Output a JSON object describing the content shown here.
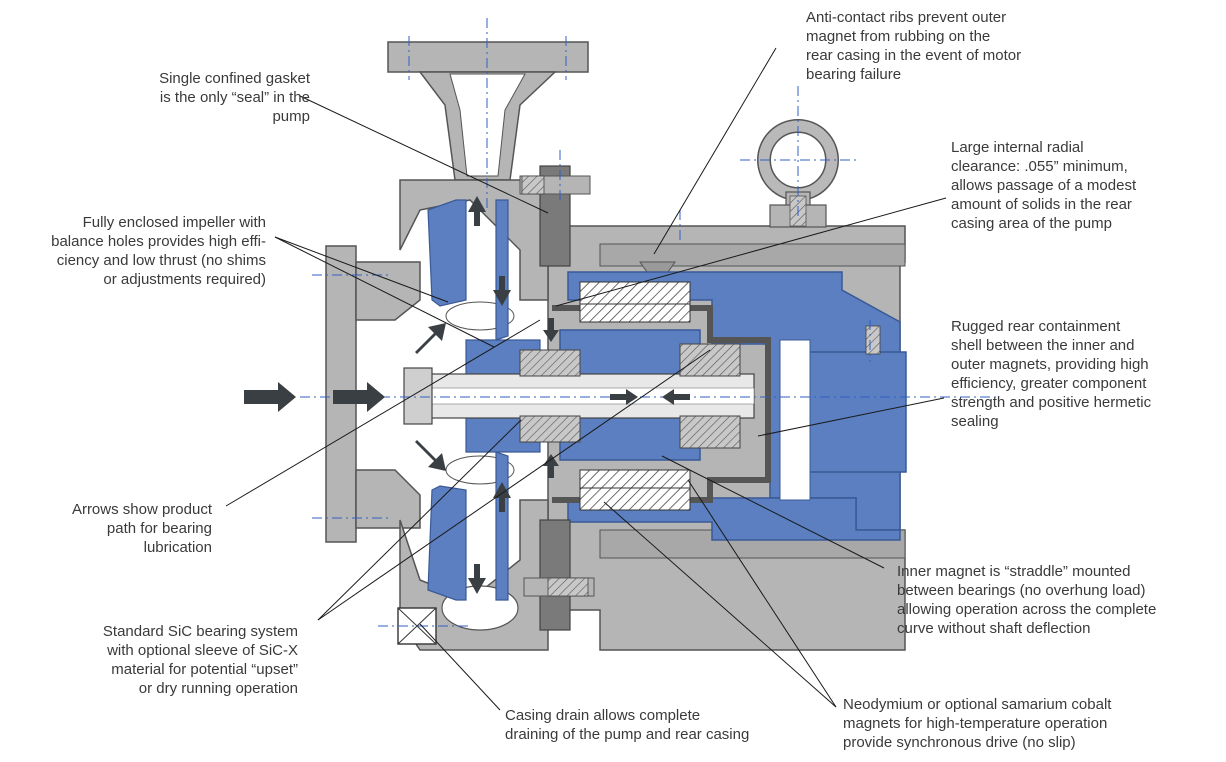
{
  "colors": {
    "casing": "#b3b3b3",
    "casing_dark": "#9a9a9a",
    "casing_outline": "#5a5a5a",
    "blue_part": "#5b7fc0",
    "blue_outline": "#3a5a96",
    "centerline": "#2f5fc4",
    "arrow": "#3a3f44",
    "leader": "#1a1a1a",
    "text": "#3a3a3a"
  },
  "callouts": {
    "gasket": "Single confined gasket\nis the only “seal” in the\npump",
    "impeller": "Fully enclosed impeller with\nbalance holes provides high effi-\nciency and low thrust (no shims\nor adjustments required)",
    "arrows": "Arrows show product\npath for bearing\nlubrication",
    "sic": "Standard SiC bearing system\nwith optional sleeve of SiC-X\nmaterial for potential “upset”\nor dry running operation",
    "drain": "Casing drain allows complete\ndraining of the pump and rear casing",
    "ribs": "Anti-contact ribs prevent outer\nmagnet from rubbing on the\nrear casing in the event of motor\nbearing failure",
    "clearance": "Large internal radial\nclearance: .055” minimum,\nallows passage of a modest\namount of solids in the rear\ncasing area of the pump",
    "shell": "Rugged rear containment\nshell between the inner and\nouter magnets, providing high\nefficiency, greater component\nstrength and positive hermetic\nsealing",
    "straddle": "Inner magnet is “straddle” mounted\nbetween bearings (no overhung load)\nallowing operation across the complete\ncurve without shaft deflection",
    "magnets": "Neodymium or optional samarium cobalt\nmagnets for high-temperature operation\nprovide synchronous drive (no slip)"
  },
  "icons": {
    "flow_arrow": "flow-arrow-icon",
    "eye_bolt": "lifting-eye-bolt-icon",
    "drain_plug": "drain-plug-icon"
  }
}
